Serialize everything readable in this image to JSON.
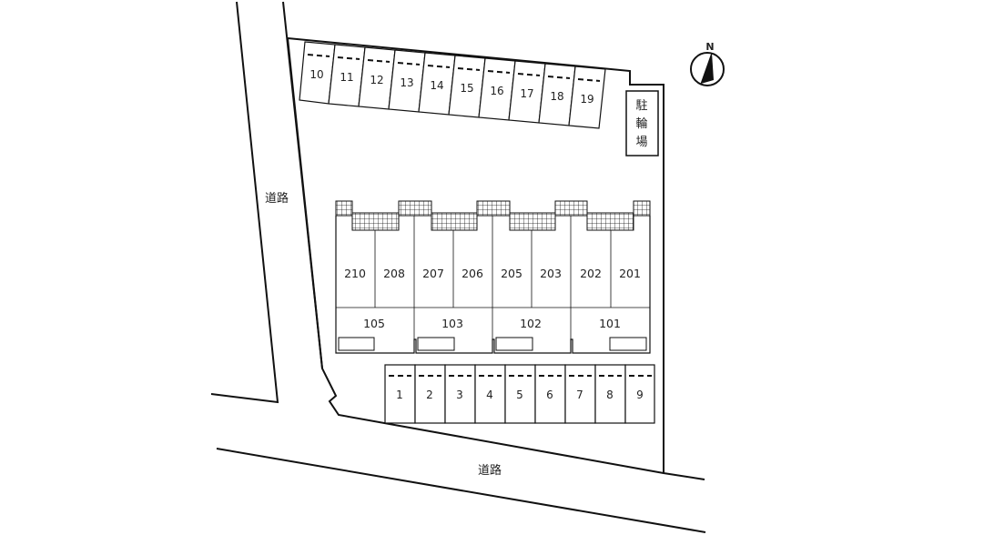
{
  "roads": {
    "west_label": "道路",
    "south_label": "道路"
  },
  "north_marker": {
    "label": "N",
    "icon": "north-arrow-icon"
  },
  "bicycle_parking": {
    "chars": [
      "駐",
      "輪",
      "場"
    ]
  },
  "parking_top": [
    "10",
    "11",
    "12",
    "13",
    "14",
    "15",
    "16",
    "17",
    "18",
    "19"
  ],
  "parking_bottom": [
    "1",
    "2",
    "3",
    "4",
    "5",
    "6",
    "7",
    "8",
    "9"
  ],
  "building": {
    "upper_units": [
      "210",
      "208",
      "207",
      "206",
      "205",
      "203",
      "202",
      "201"
    ],
    "lower_units": [
      "105",
      "103",
      "102",
      "101"
    ]
  },
  "colors": {
    "line": "#111111",
    "background": "#ffffff"
  }
}
